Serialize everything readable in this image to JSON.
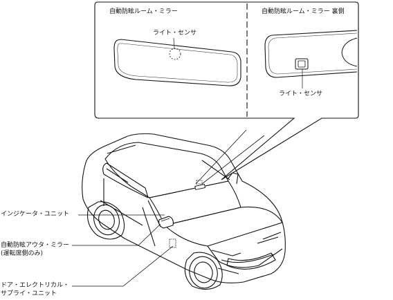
{
  "inset": {
    "left_title": "自動防眩ルーム・ミラー",
    "right_title": "自動防眩ルーム・ミラー 裏側",
    "left_sensor_label": "ライト・センサ",
    "right_sensor_label": "ライト・センサ"
  },
  "callouts": {
    "indicator_unit": "インジケータ・ユニット",
    "outer_mirror_line1": "自動防眩アウタ・ミラー",
    "outer_mirror_line2": "(運転席側のみ)",
    "door_unit_line1": "ドア・エレクトリカル・",
    "door_unit_line2": "サプライ・ユニット"
  }
}
